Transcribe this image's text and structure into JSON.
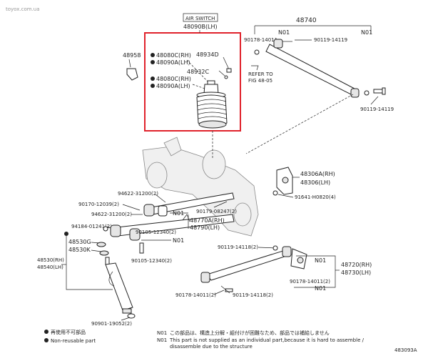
{
  "header": {
    "watermark": "toyox.com.ua",
    "ref_code": "483093A"
  },
  "colors": {
    "highlight": "#e0222b",
    "ink": "#222222"
  },
  "assembly": {
    "air_switch": "AIR SWITCH",
    "air_spring_lh": "48090B(LH)",
    "items": [
      "48080C(RH)",
      "48090A(LH)",
      "48934D",
      "48932C",
      "48080C(RH)",
      "48090A(LH)"
    ],
    "bracket": "48958"
  },
  "upper_arm": {
    "part": "48740",
    "n01_left": "N01",
    "n01_right": "N01",
    "bolt_a": "90178-14011",
    "bolt_b": "90119-14119",
    "bolt_c": "90119-14119",
    "refer_line1": "REFER TO",
    "refer_line2": "FIG 48-05"
  },
  "carrier": {
    "part_rh": "48306A(RH)",
    "part_lh": "48306(LH)",
    "nut": "91641-H0820(4)"
  },
  "lower_links": {
    "c1": "94622-31200(2)",
    "c2": "90170-12039(2)",
    "c3": "94622-31200(2)",
    "c4": "94184-01241(2)",
    "n01_a": "N01",
    "n01_b": "N01",
    "bolt_mid": "90105-12340(2)",
    "bolt_low": "90105-12340(2)",
    "cotter": "90179-08247(2)",
    "part_rh": "48770A(RH)",
    "part_lh": "48790(LH)"
  },
  "shock": {
    "c1": "48530G",
    "c2": "48530K",
    "part_rh": "48530(RH)",
    "part_lh": "48540(LH)",
    "nut": "90901-19052(2)"
  },
  "lateral_rod": {
    "bolt_top": "90119-14118(2)",
    "part_rh": "48720(RH)",
    "part_lh": "48730(LH)",
    "n01_a": "N01",
    "n01_b": "N01",
    "bolt_a": "90178-14011(2)",
    "bolt_b": "90178-14011(2)",
    "bolt_c": "90119-14118(2)"
  },
  "legend": {
    "jp_nonreuse": "再使用不可部品",
    "en_nonreuse": "Non-reusable part",
    "n01_code": "N01",
    "note_jp": "この部品は、構造上分解・組付けが困難なため、部品では補給しません",
    "note_en1": "This part is not supplied as an individual part,because it is hard to assemble /",
    "note_en2": "disassemble due to the structure"
  }
}
